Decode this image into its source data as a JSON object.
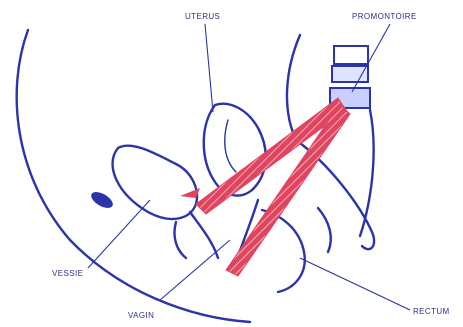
{
  "labels": {
    "uterus": "UTERUS",
    "promontoire": "PROMONTOIRE",
    "vessie": "VESSIE",
    "vagin": "VAGIN",
    "rectum": "RECTUM"
  },
  "colors": {
    "outline": "#2b34a8",
    "band": "#e0445f",
    "band_hatch": "#ffffff"
  }
}
